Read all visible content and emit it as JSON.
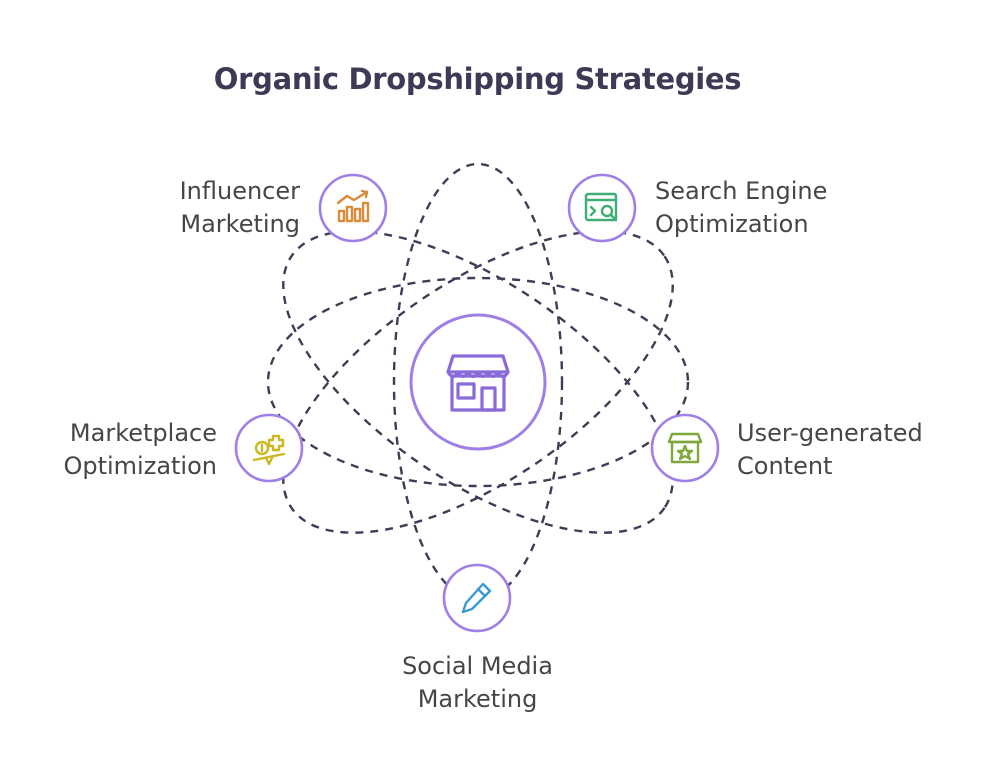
{
  "title": "Organic Dropshipping Strategies",
  "colors": {
    "ring": "#9f7fe6",
    "orbit": "#3f3d56",
    "center_icon": "#8a6ad8",
    "influencer": "#d98b3a",
    "seo": "#3fae74",
    "ugc": "#7ea83a",
    "social": "#3a9ad6",
    "marketplace": "#c9b81e"
  },
  "center": {
    "icon": "storefront-icon"
  },
  "nodes": [
    {
      "id": "influencer",
      "icon": "rising-bar-chart-icon",
      "line1": "Influencer",
      "line2": "Marketing"
    },
    {
      "id": "seo",
      "icon": "browser-search-icon",
      "line1": "Search Engine",
      "line2": "Optimization"
    },
    {
      "id": "ugc",
      "icon": "store-star-icon",
      "line1": "User-generated",
      "line2": "Content"
    },
    {
      "id": "social",
      "icon": "pen-icon",
      "line1": "Social Media",
      "line2": "Marketing"
    },
    {
      "id": "marketplace",
      "icon": "coins-scale-icon",
      "line1": "Marketplace",
      "line2": "Optimization"
    }
  ]
}
